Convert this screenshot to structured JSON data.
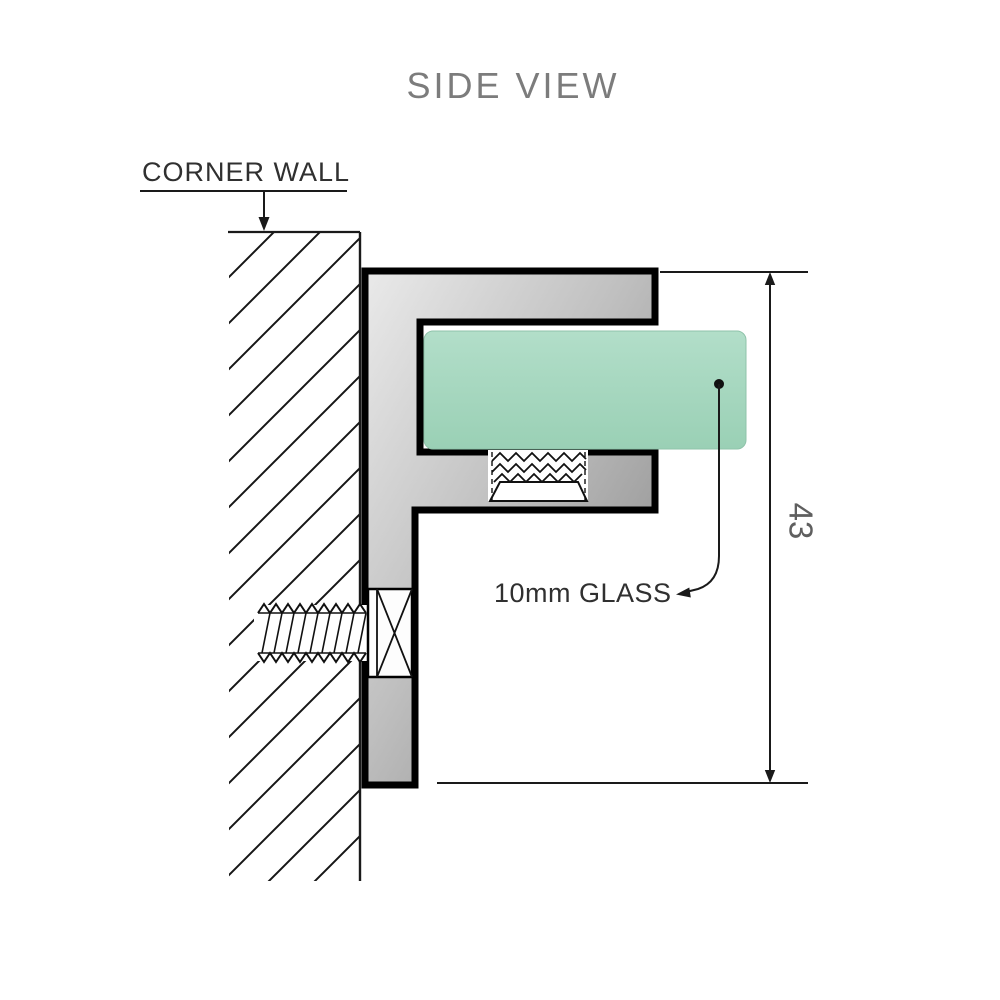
{
  "diagram": {
    "title": "SIDE VIEW",
    "labels": {
      "corner_wall": "CORNER WALL",
      "glass_callout": "10mm GLASS",
      "dimension_value": "43"
    },
    "colors": {
      "title_text": "#7c7c7c",
      "label_text": "#303030",
      "dimension_text": "#5f5f5f",
      "line": "#1a1a1a",
      "outline": "#000000",
      "glass_light": "#b2dec9",
      "glass_dark": "#9ad0b5",
      "metal_light": "#eaeaea",
      "metal_mid": "#c0c0c0",
      "metal_dark": "#828282"
    }
  }
}
